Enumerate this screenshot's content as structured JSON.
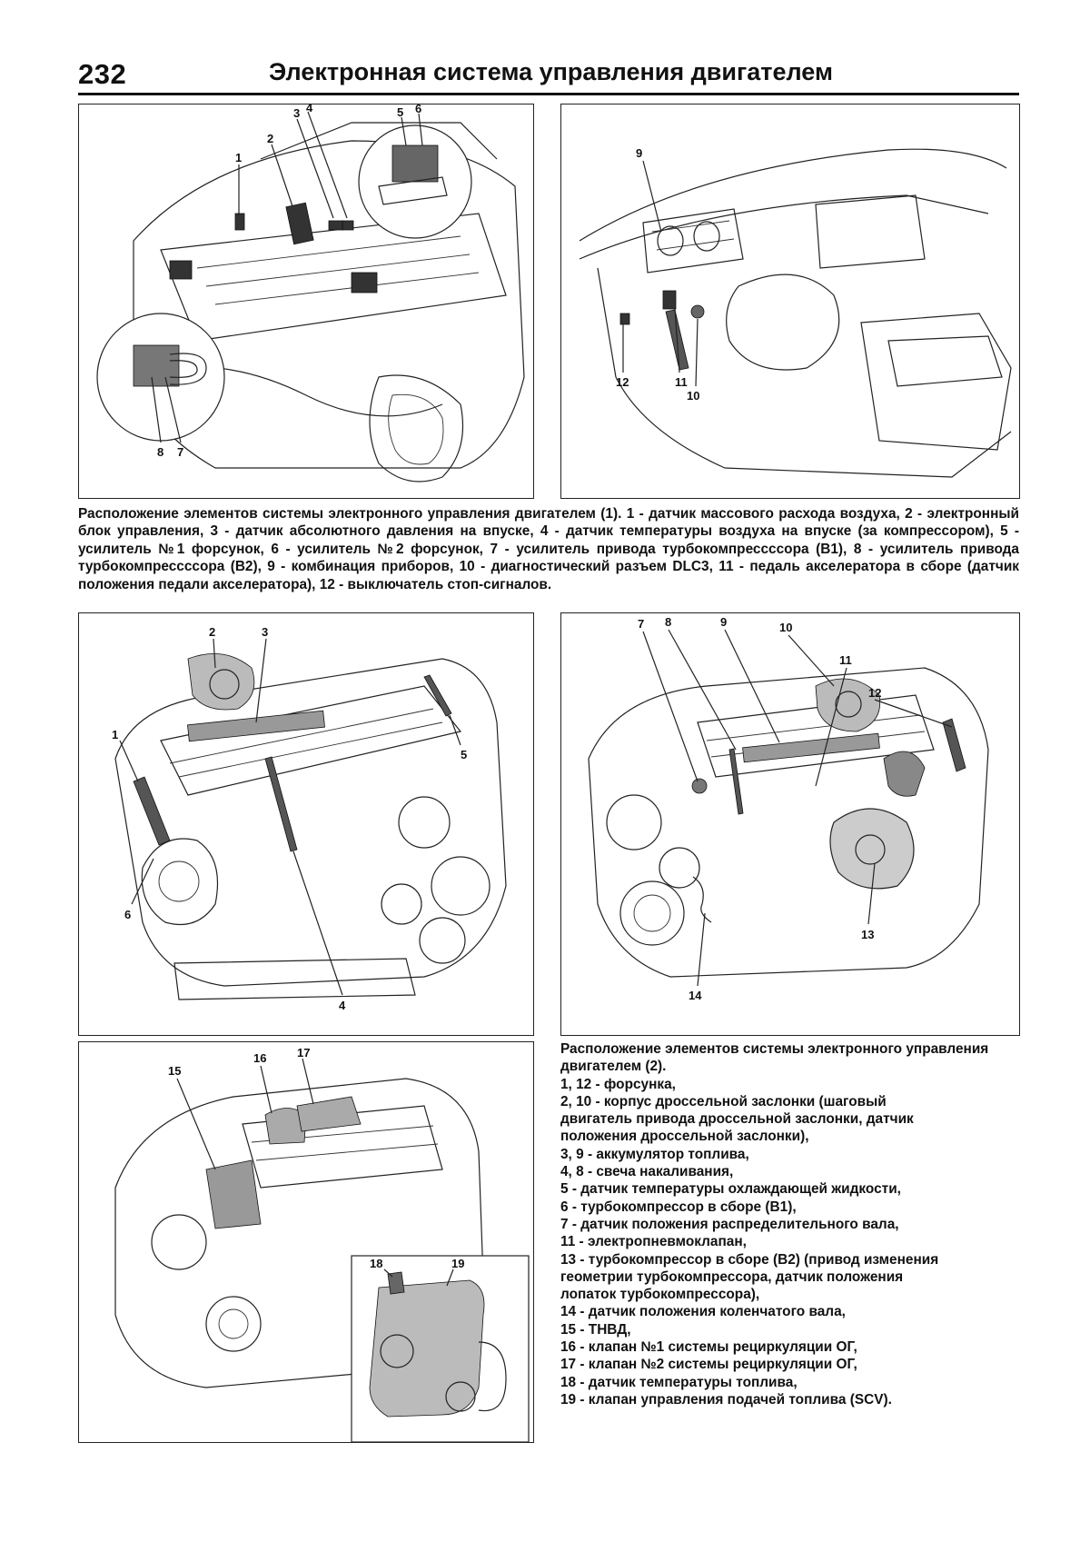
{
  "header": {
    "page_number": "232",
    "title": "Электронная система управления двигателем"
  },
  "figure1": {
    "caption": "Расположение элементов системы электронного управления двигателем (1). 1 - датчик массового расхода воздуха, 2 - электронный блок управления, 3 - датчик абсолютного давления на впуске, 4 - датчик температуры воздуха на впуске (за компрессором), 5 - усилитель №1 форсунок, 6 - усилитель №2 форсунок, 7 - усилитель привода турбокомпрессссора (B1), 8 - усилитель привода турбокомпрессссора (B2), 9 - комбинация приборов, 10 - диагностический разъем DLC3, 11 - педаль акселератора в сборе (датчик положения педали акселератора), 12 - выключатель стоп-сигналов.",
    "left_panel_labels": [
      "1",
      "2",
      "3",
      "4",
      "5",
      "6",
      "7",
      "8"
    ],
    "right_panel_labels": [
      "9",
      "10",
      "11",
      "12"
    ]
  },
  "figure2": {
    "left_panel_labels": [
      "1",
      "2",
      "3",
      "4",
      "5",
      "6"
    ],
    "right_panel_labels": [
      "7",
      "8",
      "9",
      "10",
      "11",
      "12",
      "13",
      "14"
    ],
    "bottom_panel_labels": [
      "15",
      "16",
      "17",
      "18",
      "19"
    ],
    "legend_title": "Расположение элементов системы электронного управления двигателем (2).",
    "legend_items": [
      "1, 12 - форсунка,",
      "2, 10 - корпус дроссельной заслонки (шаговый",
      "двигатель привода дроссельной заслонки, датчик",
      "положения дроссельной заслонки),",
      "3, 9 - аккумулятор топлива,",
      "4, 8 - свеча накаливания,",
      "5 - датчик температуры охлаждающей жидкости,",
      "6 - турбокомпрессор в сборе (B1),",
      "7 - датчик положения распределительного вала,",
      "11 - электропневмоклапан,",
      "13 - турбокомпрессор в сборе (B2) (привод изменения",
      "геометрии турбокомпрессора, датчик положения",
      "лопаток турбокомпрессора),",
      "14 - датчик положения коленчатого вала,",
      "15 - ТНВД,",
      "16 - клапан №1 системы рециркуляции ОГ,",
      "17 - клапан №2 системы рециркуляции ОГ,",
      "18 - датчик температуры топлива,",
      "19 - клапан управления подачей топлива (SCV)."
    ]
  }
}
